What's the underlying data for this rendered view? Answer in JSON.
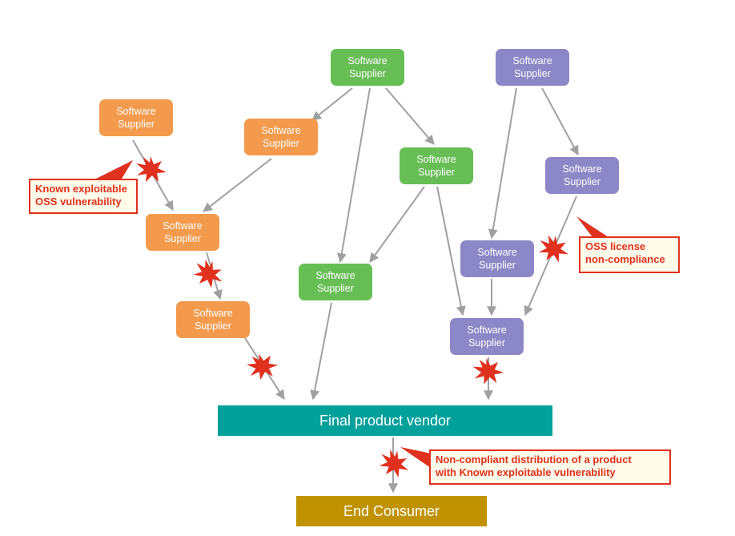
{
  "nodes": {
    "o1": "Software\nSupplier",
    "o2": "Software\nSupplier",
    "o3": "Software\nSupplier",
    "o4": "Software\nSupplier",
    "g1": "Software\nSupplier",
    "g2": "Software\nSupplier",
    "g3": "Software\nSupplier",
    "p1": "Software\nSupplier",
    "p2": "Software\nSupplier",
    "p3": "Software\nSupplier",
    "p4": "Software\nSupplier"
  },
  "vendor": "Final product vendor",
  "consumer": "End Consumer",
  "callouts": {
    "vulnerability": "Known exploitable\nOSS vulnerability",
    "license": "OSS license\nnon-compliance",
    "distribution": "Non-compliant distribution of a product\nwith Known exploitable vulnerability"
  },
  "colors": {
    "orange_supplier": "#F39A4C",
    "green_supplier": "#67BE55",
    "purple_supplier": "#8C87C6",
    "vendor": "#00A09B",
    "consumer": "#C09200",
    "alert": "#E0301E",
    "arrow": "#A0A0A0"
  }
}
